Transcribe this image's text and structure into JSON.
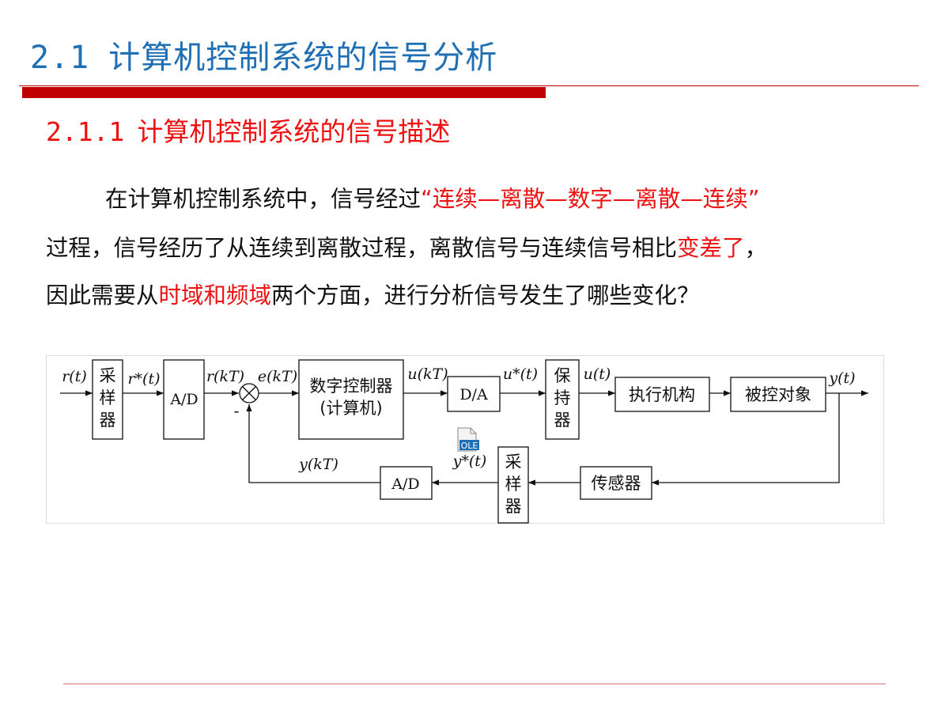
{
  "slide": {
    "title_num": "2.1",
    "title_text": "计算机控制系统的信号分析",
    "subtitle_num": "2.1.1",
    "subtitle_text": "计算机控制系统的信号描述",
    "para": {
      "l1_a": "在计算机控制系统中，信号经过",
      "l1_b": "“连续—离散—数字—离散—连续”",
      "l2_a": "过程，信号经历了从连续到离散过程，离散信号与连续信号相比",
      "l2_b": "变差了",
      "l2_c": "，",
      "l3_a": "因此需要从",
      "l3_b": "时域和频域",
      "l3_c": "两个方面，进行分析信号发生了哪些变化？"
    }
  },
  "diagram": {
    "blocks": {
      "sampler1": [
        "采",
        "样",
        "器"
      ],
      "ad1": "A/D",
      "controller_l1": "数字控制器",
      "controller_l2": "(计算机)",
      "da": "D/A",
      "holder": [
        "保",
        "持",
        "器"
      ],
      "actuator": "执行机构",
      "plant": "被控对象",
      "sensor": "传感器",
      "sampler2": [
        "采",
        "样",
        "器"
      ],
      "ad2": "A/D"
    },
    "signals": {
      "r_t": "r(t)",
      "r_star_t": "r*(t)",
      "r_kT": "r(kT)",
      "e_kT": "e(kT)",
      "u_kT": "u(kT)",
      "u_star_t": "u*(t)",
      "u_t": "u(t)",
      "y_t": "y(t)",
      "y_star_t": "y*(t)",
      "y_kT": "y(kT)",
      "minus": "-"
    },
    "ole_badge": "OLE"
  }
}
